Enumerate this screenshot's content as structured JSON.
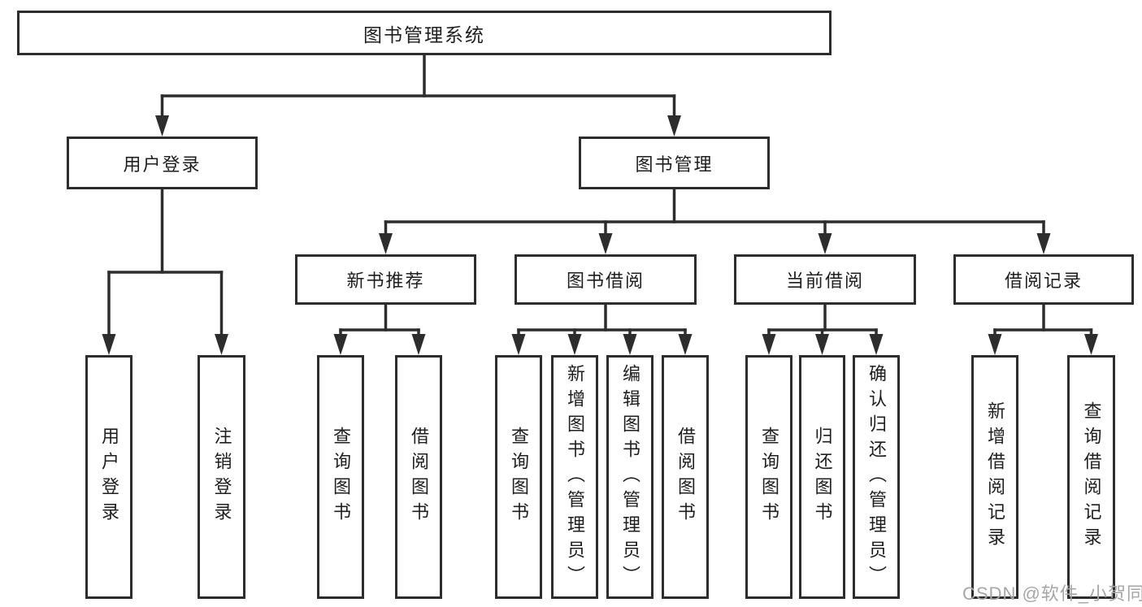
{
  "diagram": {
    "title": "图书管理系统",
    "nodes": [
      {
        "id": "root",
        "label": "图书管理系统",
        "parent": null
      },
      {
        "id": "user-login",
        "label": "用户登录",
        "parent": "root"
      },
      {
        "id": "book-mgmt",
        "label": "图书管理",
        "parent": "root"
      },
      {
        "id": "login",
        "label": "用户登录",
        "parent": "user-login"
      },
      {
        "id": "logout",
        "label": "注销登录",
        "parent": "user-login"
      },
      {
        "id": "new-book-rec",
        "label": "新书推荐",
        "parent": "book-mgmt"
      },
      {
        "id": "book-borrow",
        "label": "图书借阅",
        "parent": "book-mgmt"
      },
      {
        "id": "current-borrow",
        "label": "当前借阅",
        "parent": "book-mgmt"
      },
      {
        "id": "borrow-record",
        "label": "借阅记录",
        "parent": "book-mgmt"
      },
      {
        "id": "query-book-new",
        "label": "查询图书",
        "parent": "new-book-rec"
      },
      {
        "id": "borrow-book-new",
        "label": "借阅图书",
        "parent": "new-book-rec"
      },
      {
        "id": "query-book-borrow",
        "label": "查询图书",
        "parent": "book-borrow"
      },
      {
        "id": "add-book",
        "label": "新增图书（管理员）",
        "parent": "book-borrow"
      },
      {
        "id": "edit-book",
        "label": "编辑图书（管理员）",
        "parent": "book-borrow"
      },
      {
        "id": "borrow-book",
        "label": "借阅图书",
        "parent": "book-borrow"
      },
      {
        "id": "query-book-current",
        "label": "查询图书",
        "parent": "current-borrow"
      },
      {
        "id": "return-book",
        "label": "归还图书",
        "parent": "current-borrow"
      },
      {
        "id": "confirm-return",
        "label": "确认归还（管理员）",
        "parent": "current-borrow"
      },
      {
        "id": "add-borrow-record",
        "label": "新增借阅记录",
        "parent": "borrow-record"
      },
      {
        "id": "query-borrow-record",
        "label": "查询借阅记录",
        "parent": "borrow-record"
      }
    ]
  },
  "watermark": {
    "text": "CSDN @软件_小贺同学"
  },
  "colors": {
    "line": "#2d2d2d",
    "text": "#1e1e1e",
    "background": "#ffffff",
    "watermark": "#a6a6a6"
  }
}
